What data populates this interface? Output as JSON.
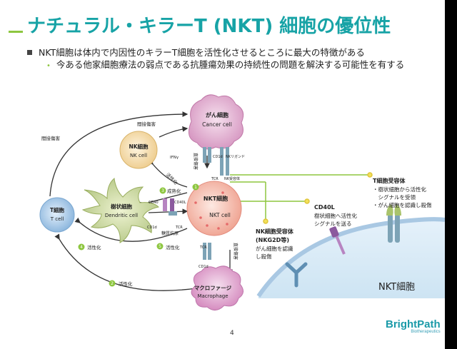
{
  "slide": {
    "title": "ナチュラル・キラーT (NKT) 細胞の優位性",
    "bullet1": "NKT細胞は体内で内因性のキラーT細胞を活性化させるところに最大の特徴がある",
    "bullet2": "今ある他家細胞療法の弱点である抗腫瘍効果の持続性の問題を解決する可能性を有する",
    "page_number": "4",
    "logo": {
      "name": "BrightPath",
      "sub": "Biotherapeutics"
    }
  },
  "diagram": {
    "cancer_cell": {
      "jp": "がん細胞",
      "en": "Cancer cell"
    },
    "nk_cell": {
      "jp": "NK細胞",
      "en": "NK cell"
    },
    "t_cell": {
      "jp": "T細胞",
      "en": "T cell"
    },
    "dendritic_cell": {
      "jp": "樹状細胞",
      "en": "Dendritic cell"
    },
    "nkt_cell": {
      "jp": "NKT細胞",
      "en": "NKT cell"
    },
    "macrophage": {
      "jp": "マクロファージ",
      "en": "Macrophage"
    },
    "labels": {
      "indirect_damage_top": "間接傷害",
      "indirect_damage_left": "間接傷害",
      "direct_damage": "直接傷害",
      "direct_damage2": "直接傷害",
      "ifng": "IFNγ",
      "activation_1": "活性化",
      "maturation": "成熟化",
      "activation_3": "活性化",
      "activation_4": "活性化",
      "activation_5": "活性化",
      "cd40": "CD40",
      "cd40l": "CD40L",
      "cd1d_a": "CD1d",
      "cd1d_b": "CD1d",
      "cd1d_c": "CD1d",
      "tcr_a": "TCR",
      "tcr_b": "TCR",
      "tcr_c": "TCR",
      "nk_ligand": "NKリガンド",
      "nk_receptor": "NK受容体",
      "glycolipid": "糖質抗原",
      "n1": "1",
      "n2": "2",
      "n3": "3",
      "n4": "4",
      "n5": "5"
    },
    "callouts": {
      "tcr_title": "T細胞受容体",
      "tcr_line1": "・樹状細胞から活性化",
      "tcr_line2": "　シグナルを受領",
      "tcr_line3": "・がん細胞を認識し殺傷",
      "cd40l_title": "CD40L",
      "cd40l_line1": "樹状細胞へ活性化",
      "cd40l_line2": "シグナルを送る",
      "nkr_title": "NK細胞受容体",
      "nkr_title2": "(NKG2D等)",
      "nkr_line1": "がん細胞を認識",
      "nkr_line2": "し殺傷"
    },
    "membrane_label": "NKT細胞"
  }
}
